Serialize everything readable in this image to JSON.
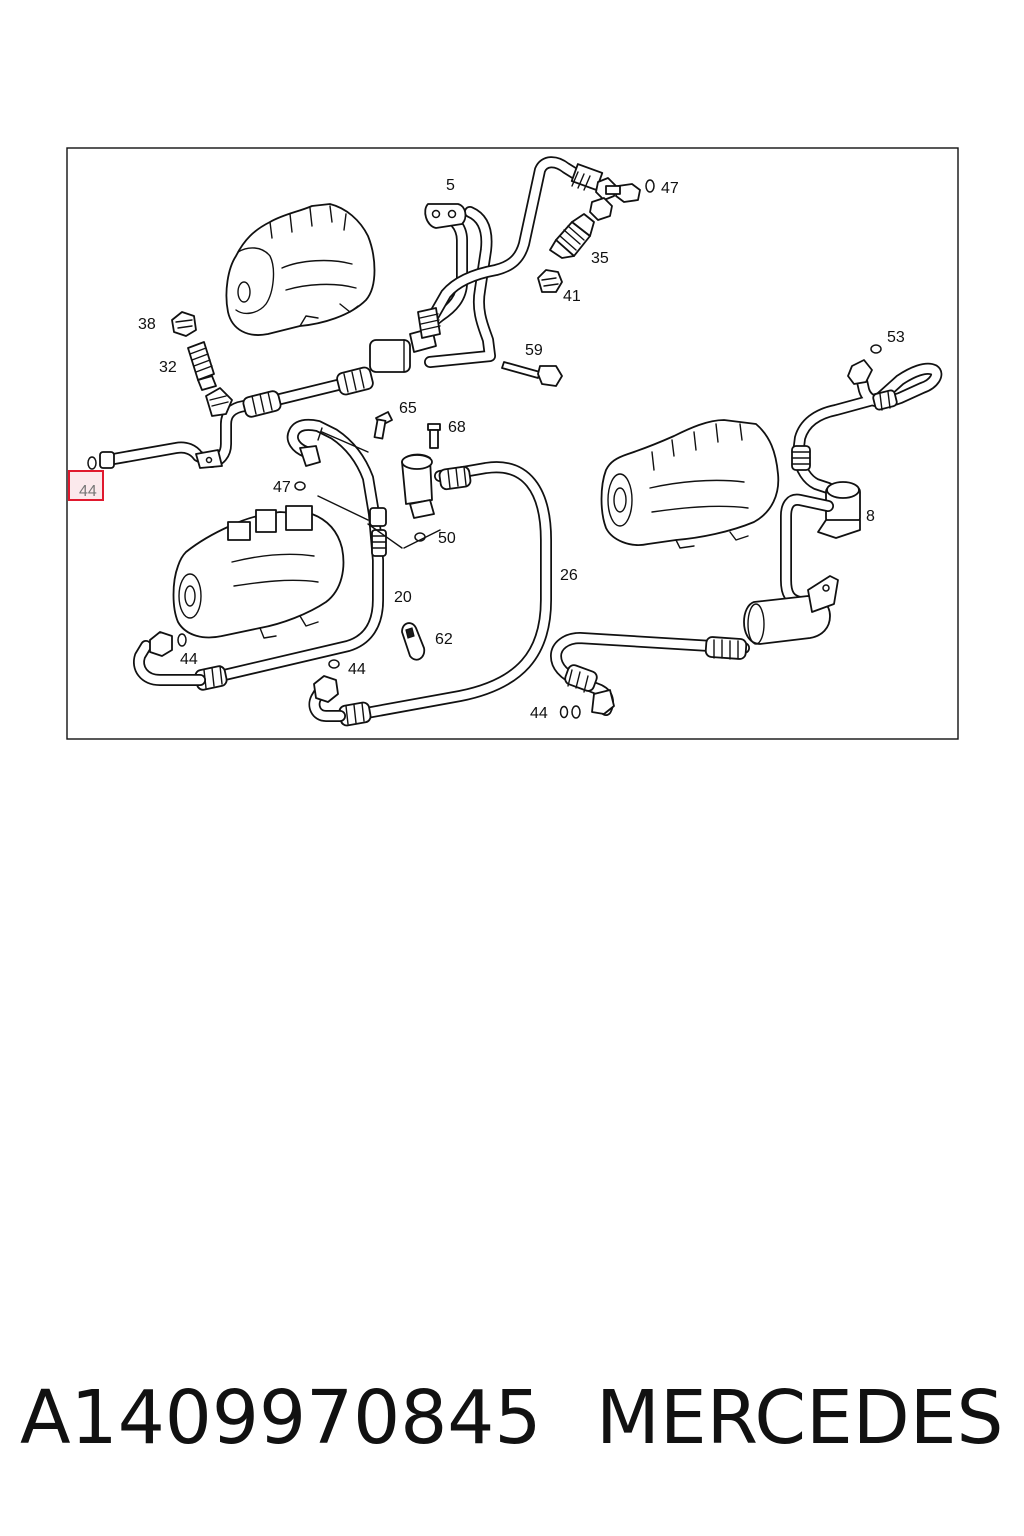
{
  "diagram": {
    "highlighted_callout": "44",
    "callouts": {
      "c5": "5",
      "c47_top": "47",
      "c35": "35",
      "c41": "41",
      "c38": "38",
      "c32": "32",
      "c59": "59",
      "c53": "53",
      "c65": "65",
      "c68": "68",
      "c44_left": "44",
      "c47_mid": "47",
      "c50": "50",
      "c8": "8",
      "c26": "26",
      "c20": "20",
      "c62": "62",
      "c44_lower_left": "44",
      "c44_bottom_mid": "44",
      "c44_bottom_right": "44"
    },
    "colors": {
      "highlight_stroke": "#e0192e",
      "highlight_fill": "#fbe9ec",
      "line": "#111111"
    }
  },
  "footer": {
    "part_number": "A1409970845",
    "brand": "MERCEDES"
  }
}
